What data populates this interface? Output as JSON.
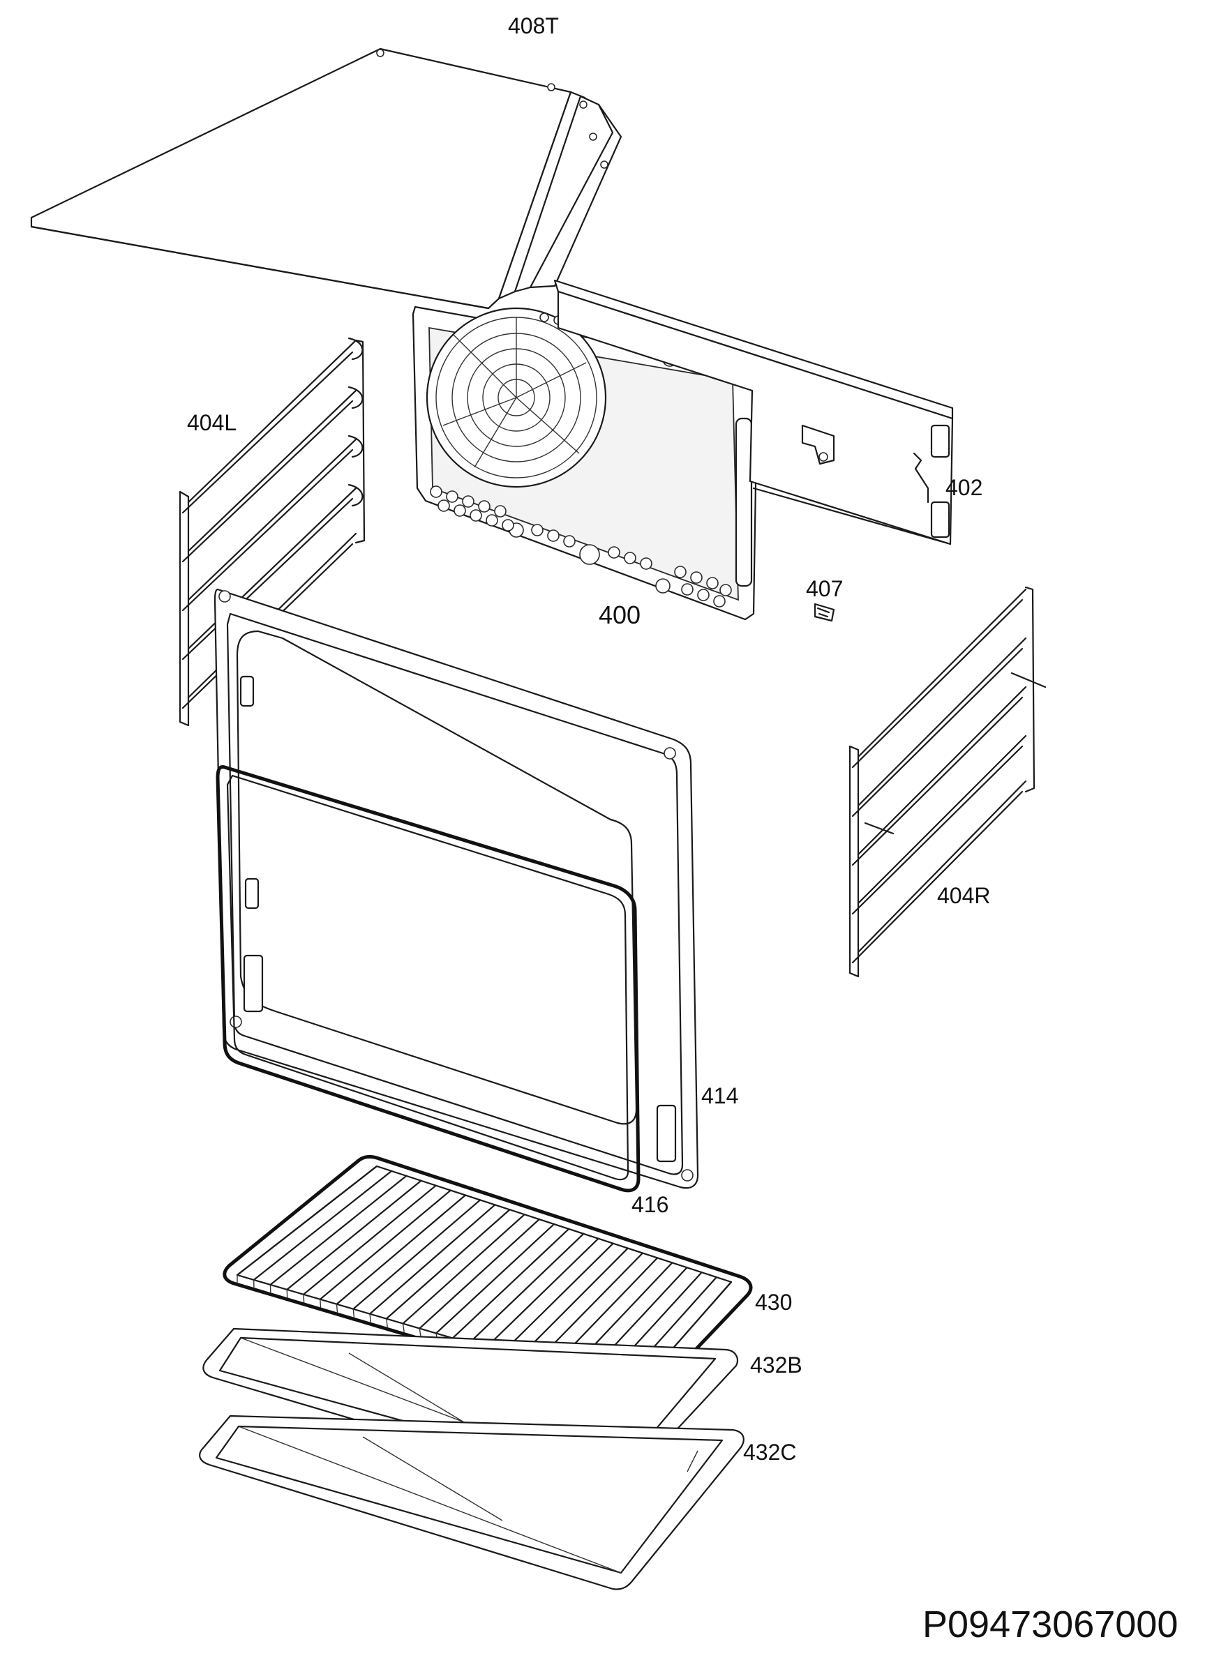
{
  "colors": {
    "line": "#1a1a1a",
    "background": "#ffffff"
  },
  "labels": {
    "p408T": "408T",
    "p404L": "404L",
    "p402": "402",
    "p407": "407",
    "p400": "400",
    "p404R": "404R",
    "p414": "414",
    "p416": "416",
    "p430": "430",
    "p432B": "432B",
    "p432C": "432C"
  },
  "doc_code": "P09473067000"
}
